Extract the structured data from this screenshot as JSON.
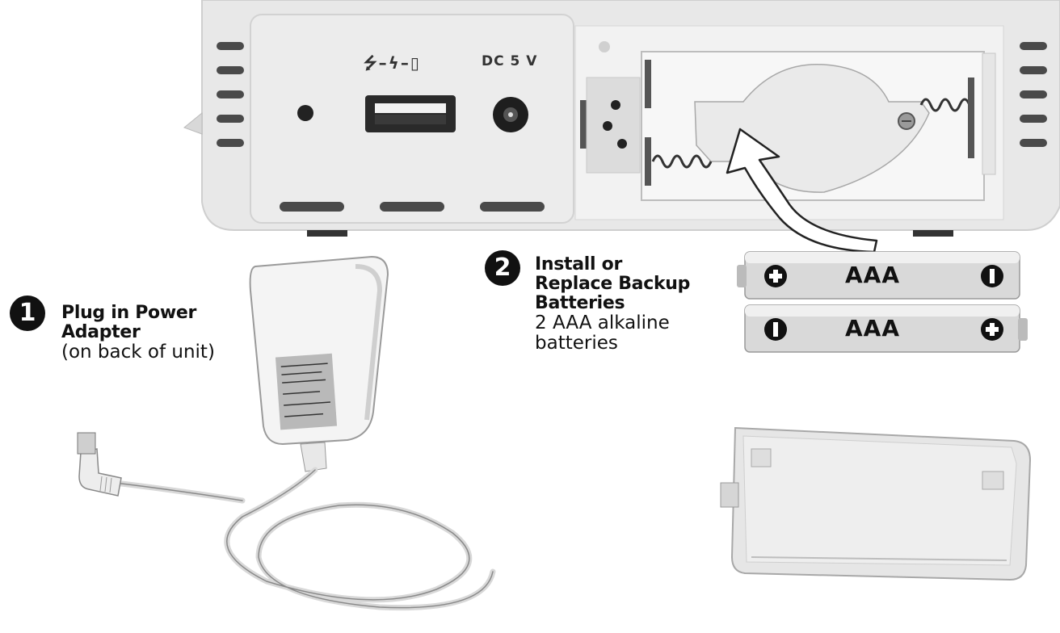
{
  "device": {
    "port_usb_symbol": "⭍–ϟ–▯",
    "port_dc_label": "DC 5 V"
  },
  "step1": {
    "number": "1",
    "title_line1": "Plug in Power",
    "title_line2": "Adapter",
    "subtitle": "(on back of unit)"
  },
  "step2": {
    "number": "2",
    "title_line1": "Install or",
    "title_line2": "Replace Backup",
    "title_line3": "Batteries",
    "detail_line1": "2 AAA alkaline",
    "detail_line2": "batteries"
  },
  "batteries": [
    {
      "label": "AAA",
      "left_symbol": "+",
      "right_symbol": "−"
    },
    {
      "label": "AAA",
      "left_symbol": "−",
      "right_symbol": "+"
    }
  ],
  "icons": {
    "arrow": "curved-arrow-icon",
    "adapter": "power-adapter-icon",
    "cover": "battery-cover-icon"
  }
}
